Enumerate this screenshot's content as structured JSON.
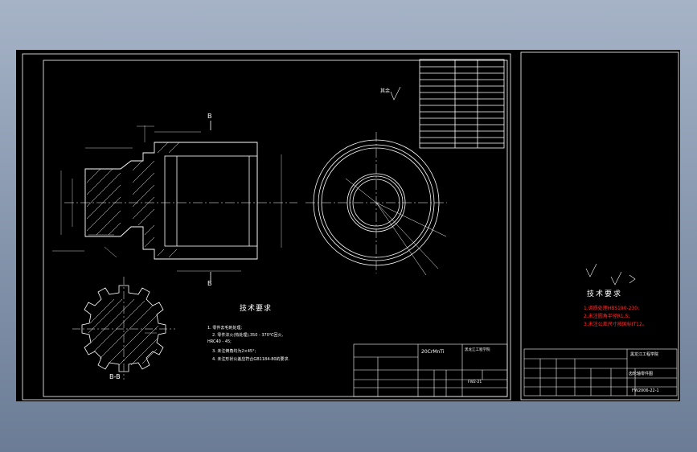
{
  "colors": {
    "background": "#8fa0b8",
    "viewport": "#000000",
    "line": "#ffffff",
    "accent": "#ff3030"
  },
  "drawing": {
    "section_mark_top": "B",
    "section_mark_bottom": "B",
    "section_label": "B-B",
    "surface_finish_note": "其余"
  },
  "tech_requirements_main": {
    "title": "技术要求",
    "lines": [
      "1. 零件去毛刺处理;",
      "2. 零件淬火(热处理),350 - 370℃回火,",
      "HRC40 - 45;",
      "3. 未注倒角均为2×45°;",
      "4. 未注形状公差应符合GB1184-80的要求."
    ]
  },
  "title_block_main": {
    "material": "20CrMnTi",
    "school": "黑龙江工程学院",
    "drawing_no": "FW2-21"
  },
  "right_panel": {
    "title": "技术要求",
    "red_lines": [
      "1.调质处理HBS190-230;",
      "2.未注圆角半径R1.5;",
      "3.未注公差尺寸按国标IT12。"
    ],
    "school": "黑龙江工程学院",
    "part_name": "齿轮轴零件图",
    "drawing_no": "FW2006-22-1"
  }
}
